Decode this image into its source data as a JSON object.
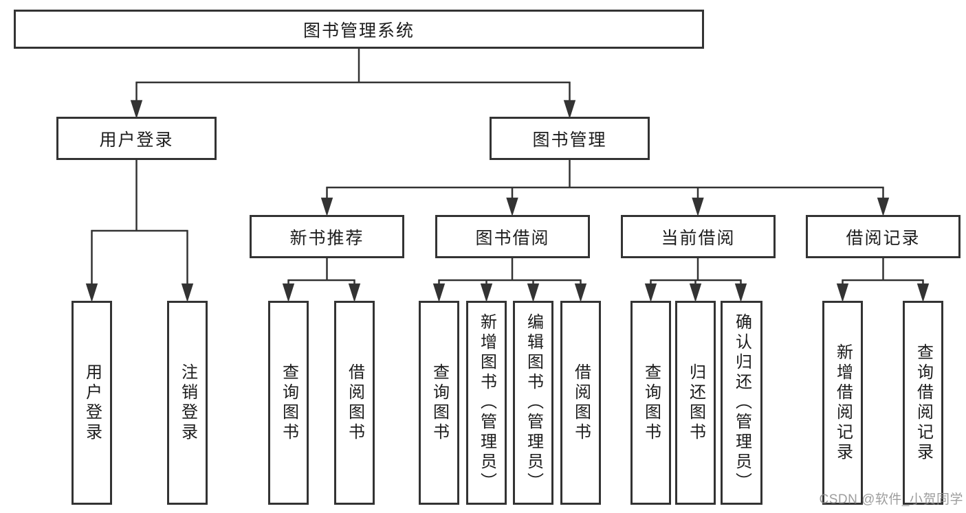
{
  "colors": {
    "background": "#ffffff",
    "line": "#333333",
    "box_border": "#333333",
    "text": "#1c1c1c",
    "watermark": "#8c8c8c"
  },
  "watermark": "CSDN @软件_小贺同学",
  "tree": {
    "root": {
      "label": "图书管理系统"
    },
    "branches": [
      {
        "label": "用户登录",
        "leaves": [
          {
            "label": "用户登录"
          },
          {
            "label": "注销登录"
          }
        ]
      },
      {
        "label": "图书管理",
        "groups": [
          {
            "label": "新书推荐",
            "leaves": [
              {
                "label": "查询图书"
              },
              {
                "label": "借阅图书"
              }
            ]
          },
          {
            "label": "图书借阅",
            "leaves": [
              {
                "label": "查询图书"
              },
              {
                "label": "新增图书（管理员）"
              },
              {
                "label": "编辑图书（管理员）"
              },
              {
                "label": "借阅图书"
              }
            ]
          },
          {
            "label": "当前借阅",
            "leaves": [
              {
                "label": "查询图书"
              },
              {
                "label": "归还图书"
              },
              {
                "label": "确认归还（管理员）"
              }
            ]
          },
          {
            "label": "借阅记录",
            "leaves": [
              {
                "label": "新增借阅记录"
              },
              {
                "label": "查询借阅记录"
              }
            ]
          }
        ]
      }
    ]
  }
}
